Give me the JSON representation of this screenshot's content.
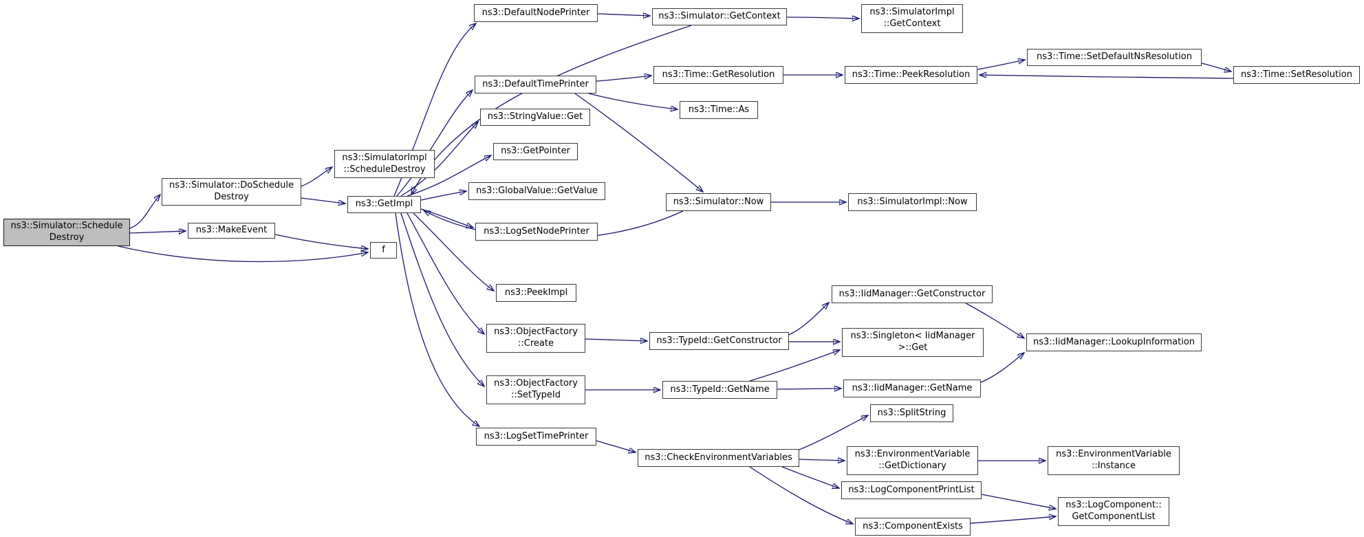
{
  "diagram": {
    "kind": "doxygen-call-graph",
    "root_function": "ns3::Simulator::ScheduleDestroy"
  },
  "colors": {
    "edge": "#191970",
    "node_border": "#3a3a3a",
    "node_fill": "#ffffff",
    "root_fill": "#bebebe",
    "text": "#000000"
  },
  "nodes": {
    "root": {
      "label": "ns3::Simulator::Schedule\nDestroy"
    },
    "doScheduleDestroy": {
      "label": "ns3::Simulator::DoSchedule\nDestroy"
    },
    "makeEvent": {
      "label": "ns3::MakeEvent"
    },
    "f": {
      "label": "f"
    },
    "simImplScheduleDestroy": {
      "label": "ns3::SimulatorImpl\n::ScheduleDestroy"
    },
    "getImpl": {
      "label": "ns3::GetImpl"
    },
    "defaultNodePrinter": {
      "label": "ns3::DefaultNodePrinter"
    },
    "simGetContext": {
      "label": "ns3::Simulator::GetContext"
    },
    "simImplGetContext": {
      "label": "ns3::SimulatorImpl\n::GetContext"
    },
    "defaultTimePrinter": {
      "label": "ns3::DefaultTimePrinter"
    },
    "timeGetResolution": {
      "label": "ns3::Time::GetResolution"
    },
    "timePeekResolution": {
      "label": "ns3::Time::PeekResolution"
    },
    "setDefaultNsResolution": {
      "label": "ns3::Time::SetDefaultNsResolution"
    },
    "setResolution": {
      "label": "ns3::Time::SetResolution"
    },
    "timeAs": {
      "label": "ns3::Time::As"
    },
    "stringValueGet": {
      "label": "ns3::StringValue::Get"
    },
    "getPointer": {
      "label": "ns3::GetPointer"
    },
    "globalValueGetValue": {
      "label": "ns3::GlobalValue::GetValue"
    },
    "logSetNodePrinter": {
      "label": "ns3::LogSetNodePrinter"
    },
    "simNow": {
      "label": "ns3::Simulator::Now"
    },
    "simImplNow": {
      "label": "ns3::SimulatorImpl::Now"
    },
    "peekImpl": {
      "label": "ns3::PeekImpl"
    },
    "objFactoryCreate": {
      "label": "ns3::ObjectFactory\n::Create"
    },
    "typeIdGetConstructor": {
      "label": "ns3::TypeId::GetConstructor"
    },
    "objFactorySetTypeId": {
      "label": "ns3::ObjectFactory\n::SetTypeId"
    },
    "typeIdGetName": {
      "label": "ns3::TypeId::GetName"
    },
    "iidGetConstructor": {
      "label": "ns3::IidManager::GetConstructor"
    },
    "singletonGet": {
      "label": "ns3::Singleton< IidManager\n>::Get"
    },
    "iidGetName": {
      "label": "ns3::IidManager::GetName"
    },
    "lookupInformation": {
      "label": "ns3::IidManager::LookupInformation"
    },
    "logSetTimePrinter": {
      "label": "ns3::LogSetTimePrinter"
    },
    "checkEnv": {
      "label": "ns3::CheckEnvironmentVariables"
    },
    "splitString": {
      "label": "ns3::SplitString"
    },
    "envGetDictionary": {
      "label": "ns3::EnvironmentVariable\n::GetDictionary"
    },
    "envInstance": {
      "label": "ns3::EnvironmentVariable\n::Instance"
    },
    "logComponentPrintList": {
      "label": "ns3::LogComponentPrintList"
    },
    "componentExists": {
      "label": "ns3::ComponentExists"
    },
    "logCompGetComponentList": {
      "label": "ns3::LogComponent::\nGetComponentList"
    }
  },
  "edges": [
    {
      "from": "root",
      "to": "doScheduleDestroy"
    },
    {
      "from": "root",
      "to": "makeEvent"
    },
    {
      "from": "root",
      "to": "f"
    },
    {
      "from": "makeEvent",
      "to": "f"
    },
    {
      "from": "doScheduleDestroy",
      "to": "simImplScheduleDestroy"
    },
    {
      "from": "doScheduleDestroy",
      "to": "getImpl"
    },
    {
      "from": "getImpl",
      "to": "defaultNodePrinter"
    },
    {
      "from": "getImpl",
      "to": "defaultTimePrinter"
    },
    {
      "from": "getImpl",
      "to": "stringValueGet"
    },
    {
      "from": "getImpl",
      "to": "getPointer"
    },
    {
      "from": "getImpl",
      "to": "globalValueGetValue"
    },
    {
      "from": "getImpl",
      "to": "logSetNodePrinter"
    },
    {
      "from": "getImpl",
      "to": "peekImpl"
    },
    {
      "from": "getImpl",
      "to": "objFactoryCreate"
    },
    {
      "from": "getImpl",
      "to": "objFactorySetTypeId"
    },
    {
      "from": "getImpl",
      "to": "logSetTimePrinter"
    },
    {
      "from": "defaultNodePrinter",
      "to": "simGetContext"
    },
    {
      "from": "simGetContext",
      "to": "simImplGetContext"
    },
    {
      "from": "simGetContext",
      "to": "getImpl"
    },
    {
      "from": "defaultTimePrinter",
      "to": "timeGetResolution"
    },
    {
      "from": "defaultTimePrinter",
      "to": "timeAs"
    },
    {
      "from": "defaultTimePrinter",
      "to": "simNow"
    },
    {
      "from": "timeGetResolution",
      "to": "timePeekResolution"
    },
    {
      "from": "timePeekResolution",
      "to": "setDefaultNsResolution"
    },
    {
      "from": "setDefaultNsResolution",
      "to": "setResolution"
    },
    {
      "from": "setResolution",
      "to": "timePeekResolution"
    },
    {
      "from": "simNow",
      "to": "simImplNow"
    },
    {
      "from": "simNow",
      "to": "getImpl"
    },
    {
      "from": "objFactoryCreate",
      "to": "typeIdGetConstructor"
    },
    {
      "from": "typeIdGetConstructor",
      "to": "iidGetConstructor"
    },
    {
      "from": "typeIdGetConstructor",
      "to": "singletonGet"
    },
    {
      "from": "iidGetConstructor",
      "to": "lookupInformation"
    },
    {
      "from": "objFactorySetTypeId",
      "to": "typeIdGetName"
    },
    {
      "from": "typeIdGetName",
      "to": "singletonGet"
    },
    {
      "from": "typeIdGetName",
      "to": "iidGetName"
    },
    {
      "from": "iidGetName",
      "to": "lookupInformation"
    },
    {
      "from": "logSetTimePrinter",
      "to": "checkEnv"
    },
    {
      "from": "checkEnv",
      "to": "splitString"
    },
    {
      "from": "checkEnv",
      "to": "envGetDictionary"
    },
    {
      "from": "envGetDictionary",
      "to": "envInstance"
    },
    {
      "from": "checkEnv",
      "to": "logComponentPrintList"
    },
    {
      "from": "checkEnv",
      "to": "componentExists"
    },
    {
      "from": "logComponentPrintList",
      "to": "logCompGetComponentList"
    },
    {
      "from": "componentExists",
      "to": "logCompGetComponentList"
    }
  ]
}
